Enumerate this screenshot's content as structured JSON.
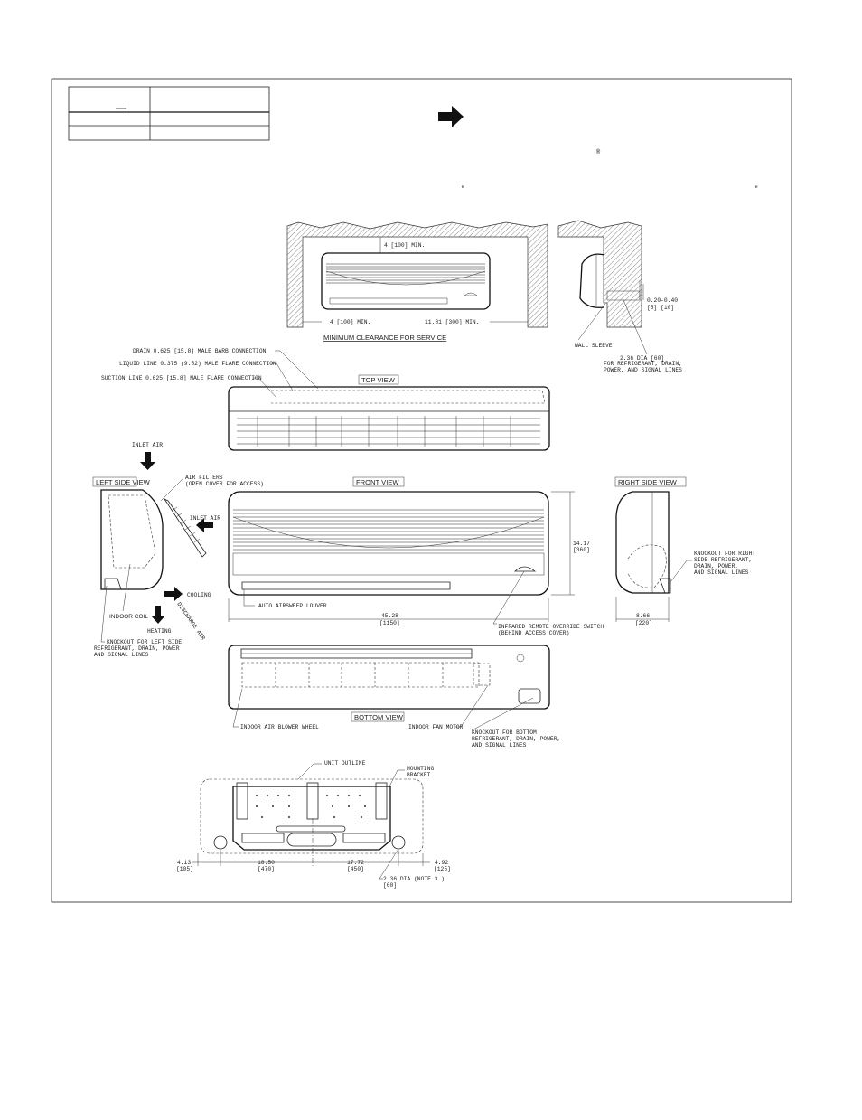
{
  "clearance": {
    "title": "MINIMUM CLEARANCE FOR SERVICE",
    "top_min": "4 [100] MIN.",
    "left_min": "4 [100] MIN.",
    "right_min": "11.81 [300] MIN."
  },
  "wall_section": {
    "gap_dim": "0.20-0.40",
    "gap_dim_mm": "[5]   [10]",
    "wall_sleeve": "WALL SLEEVE",
    "hole_line1": "2.36 DIA [60]",
    "hole_line2": "FOR REFRIGERANT, DRAIN,",
    "hole_line3": "POWER, AND SIGNAL LINES"
  },
  "connections": {
    "drain": "DRAIN 0.625 [15.8] MALE BARB CONNECTION",
    "liquid": "LIQUID LINE 0.375 (9.52) MALE FLARE CONNECTION",
    "suction": "SUCTION LINE 0.625 [15.8] MALE FLARE CONNECTION"
  },
  "views": {
    "top": "TOP VIEW",
    "left": "LEFT SIDE VIEW",
    "front": "FRONT VIEW",
    "right": "RIGHT SIDE VIEW",
    "bottom": "BOTTOM VIEW"
  },
  "left_side": {
    "inlet_air_top": "INLET AIR",
    "air_filters_1": "AIR FILTERS",
    "air_filters_2": "(OPEN COVER FOR ACCESS)",
    "inlet_air_side": "INLET AIR",
    "cooling": "COOLING",
    "discharge_air": "DISCHARGE AIR",
    "heating": "HEATING",
    "indoor_coil": "INDOOR COIL",
    "knockout_1": "KNOCKOUT FOR LEFT SIDE",
    "knockout_2": "REFRIGERANT, DRAIN, POWER",
    "knockout_3": "AND SIGNAL LINES"
  },
  "front": {
    "height_in": "14.17",
    "height_mm": "[360]",
    "louver": "AUTO AIRSWEEP LOUVER",
    "width_in": "45.28",
    "width_mm": "[1150]",
    "switch_1": "INFRARED REMOTE OVERRIDE SWITCH",
    "switch_2": "(BEHIND ACCESS COVER)"
  },
  "right_side": {
    "knockout_1": "KNOCKOUT FOR RIGHT",
    "knockout_2": "SIDE REFRIGERANT,",
    "knockout_3": "DRAIN, POWER,",
    "knockout_4": "AND SIGNAL LINES",
    "depth_in": "8.66",
    "depth_mm": "[220]"
  },
  "bottom": {
    "blower": "INDOOR AIR BLOWER WHEEL",
    "fan_motor": "INDOOR FAN MOTOR",
    "knockout_1": "KNOCKOUT FOR BOTTOM",
    "knockout_2": "REFRIGERANT, DRAIN, POWER,",
    "knockout_3": "AND SIGNAL LINES"
  },
  "bracket": {
    "unit_outline": "UNIT OUTLINE",
    "mounting_1": "MOUNTING",
    "mounting_2": "BRACKET",
    "d1_in": "4.13",
    "d1_mm": "[105]",
    "d2_in": "18.50",
    "d2_mm": "[470]",
    "d3_in": "17.72",
    "d3_mm": "[450]",
    "d4_in": "4.92",
    "d4_mm": "[125]",
    "hole_in": "2.36 DIA  (NOTE 3 )",
    "hole_mm": "[60]"
  },
  "marks": {
    "registered": "®",
    "quote_left": "″",
    "quote_right": "″"
  }
}
